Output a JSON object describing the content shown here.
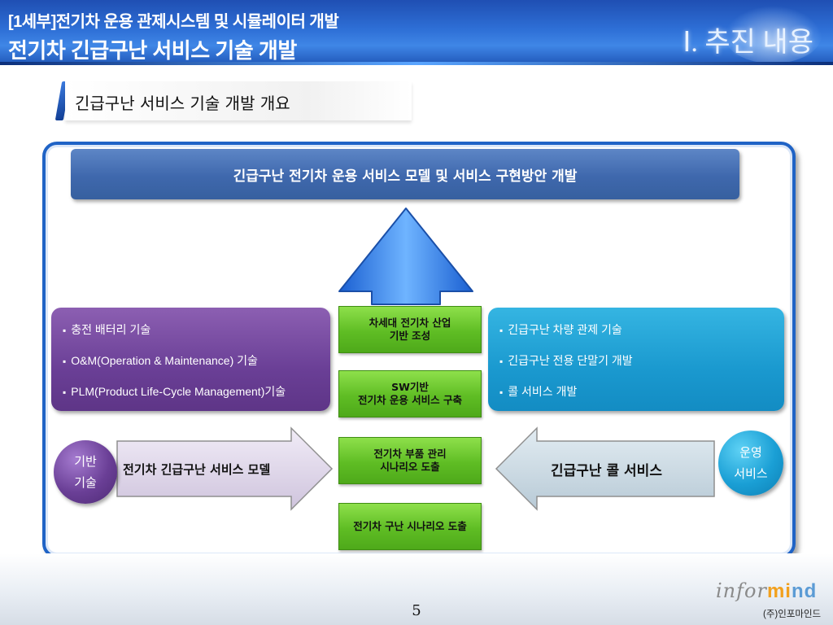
{
  "header": {
    "subtitle": "[1세부]전기차 운용 관제시스템 및 시뮬레이터 개발",
    "title": "전기차 긴급구난 서비스 기술 개발",
    "section": "Ⅰ. 추진 내용"
  },
  "tab": {
    "text": "긴급구난 서비스 기술 개발 개요"
  },
  "diagram": {
    "top_box": "긴급구난 전기차 운용 서비스 모델 및 서비스 구현방안  개발",
    "left_bullets": [
      "충전 배터리 기술",
      "O&M(Operation & Maintenance) 기술",
      "PLM(Product Life-Cycle Management)기술"
    ],
    "right_bullets": [
      "긴급구난 차량 관제 기술",
      "긴급구난 전용 단말기 개발",
      "콜 서비스 개발"
    ],
    "center_boxes": [
      "차세대 전기차 산업\n기반 조성",
      "SW기반\n전기차 운용 서비스 구축",
      "전기차 부품 관리\n시나리오 도출",
      "전기차 구난 시나리오 도출"
    ],
    "left_circle": "기반\n기술",
    "right_circle": "운영\n서비스",
    "left_arrow_label": "전기차 긴급구난 서비스 모델",
    "right_arrow_label": "긴급구난 콜 서비스"
  },
  "footer": {
    "page_number": "5",
    "logo_prefix": "infor",
    "logo_mi": "mi",
    "logo_nd": "nd",
    "company": "(주)인포마인드"
  },
  "colors": {
    "header_blue": "#2e6fd6",
    "frame_blue": "#1f63c6",
    "top_box": "#3f68ad",
    "purple": "#6a3f96",
    "cyan": "#1a99cf",
    "green": "#5fbd24"
  }
}
